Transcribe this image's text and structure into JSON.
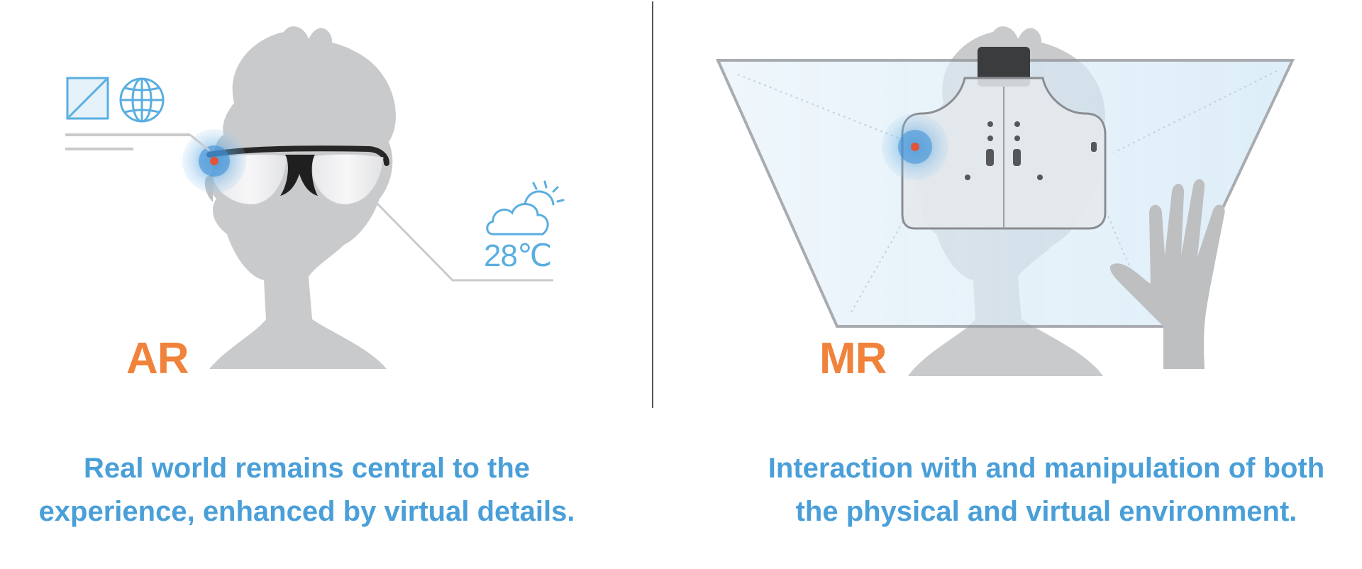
{
  "left_panel": {
    "label": "AR",
    "weather_temp": "28℃",
    "caption_lines": [
      "Real world remains central to the",
      "experience, enhanced by virtual details."
    ]
  },
  "right_panel": {
    "label": "MR",
    "caption_lines": [
      "Interaction with and manipulation of both",
      "the physical and virtual environment."
    ]
  },
  "colors": {
    "label": "#f0823c",
    "caption": "#4a9fd8",
    "virtual_overlay": "#5aaee0",
    "head": "#c9cacc",
    "eye_dot": "#e2553a"
  },
  "icons": [
    "window-icon",
    "globe-icon",
    "partly-cloudy-icon",
    "sunglasses-icon",
    "headset-icon",
    "hand-icon"
  ]
}
